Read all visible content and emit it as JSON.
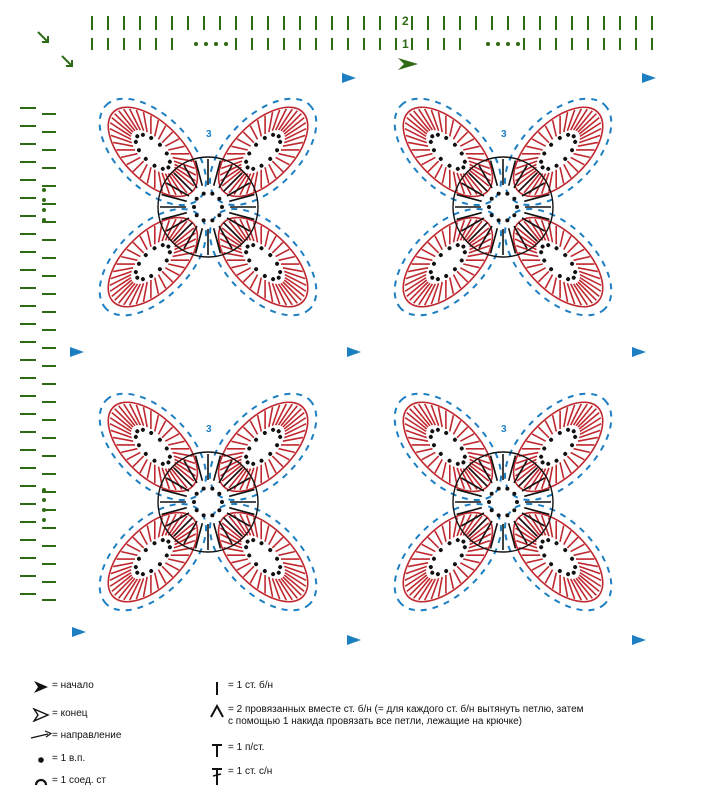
{
  "colors": {
    "background": "#ffffff",
    "sc_stitches": "#111111",
    "dc_stitches": "#c0282f",
    "chain_stitches": "#1d7fc2",
    "border_rows": "#2e6b14"
  },
  "row_markers": {
    "row2": "2",
    "row1": "1",
    "round3": "3"
  },
  "legend": {
    "left": [
      {
        "icon": "filled-arrowhead-icon",
        "text": "= начало"
      },
      {
        "icon": "outline-arrowhead-icon",
        "text": "= конец"
      },
      {
        "icon": "thin-arrow-icon",
        "text": "= направление"
      },
      {
        "icon": "dot-icon",
        "text": "= 1 в.п."
      },
      {
        "icon": "arc-icon",
        "text": "= 1 соед. ст"
      }
    ],
    "right": [
      {
        "icon": "vertical-bar-icon",
        "text": "= 1 ст. б/н"
      },
      {
        "icon": "caret-icon",
        "text": "= 2 провязанных вместе ст. б/н (= для каждого ст. б/н вытянуть петлю, затем\nс помощью 1 накида провязать все петли, лежащие на крючке)"
      },
      {
        "icon": "t-stitch-icon",
        "text": "= 1 п/ст."
      },
      {
        "icon": "cross-stitch-icon",
        "text": "= 1 ст. с/н"
      }
    ]
  }
}
